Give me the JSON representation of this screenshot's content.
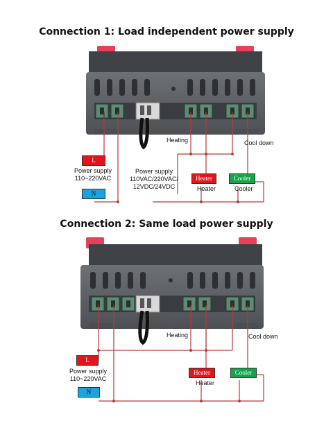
{
  "connection1": {
    "title": "Connection 1: Load independent power supply",
    "L": "L",
    "N": "N",
    "power_supply_main": "Power supply\n110~220VAC",
    "heating": "Heating",
    "cool_down": "Cool down",
    "power_supply_load": "Power supply\n110VAC/220VAC/\n12VDC/24VDC",
    "heater_box": "Heater",
    "heater": "Heater",
    "cooler_box": "Cooler",
    "cooler": "Cooler"
  },
  "connection2": {
    "title": "Connection 2: Same load power supply",
    "L": "L",
    "N": "N",
    "power_supply_main": "Power supply\n110~220VAC",
    "heating": "Heating",
    "cool_down": "Cool down",
    "heater_box": "Heater",
    "heater": "Heater",
    "cooler_box": "Cooler"
  },
  "colors": {
    "live": "#e0161c",
    "neutral": "#1aa3df",
    "cooler": "#17a348",
    "wire_red": "#b83a3a",
    "device_gray": "#5a5d62",
    "terminal_green": "#5c8c74"
  }
}
